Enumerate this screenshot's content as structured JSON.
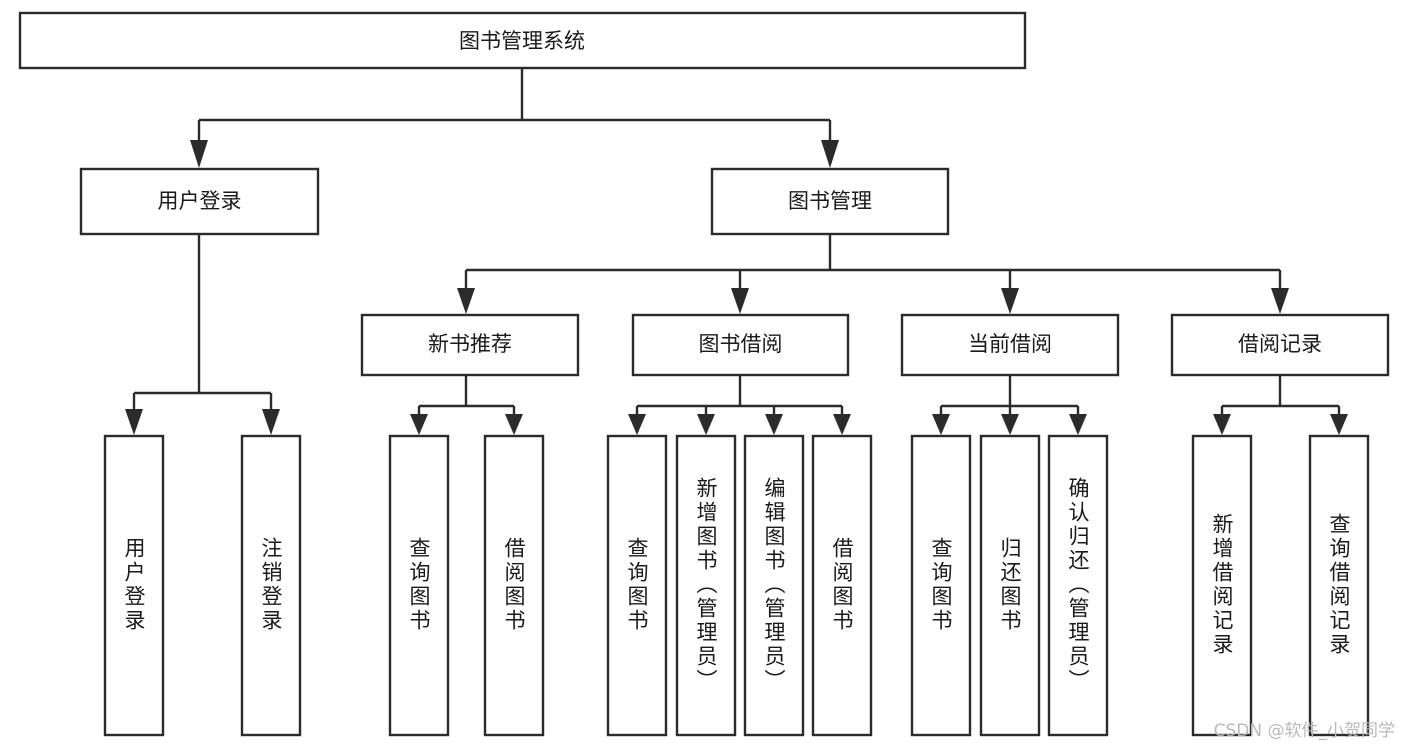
{
  "diagram": {
    "type": "tree",
    "title": "图书管理系统",
    "theme": {
      "box_fill": "#ffffff",
      "box_stroke": "#2b2b2b",
      "connector_color": "#2b2b2b",
      "text_color": "#1a1a1a",
      "background": "#ffffff",
      "watermark_color": "#b9b9b9"
    },
    "nodes": {
      "root": {
        "label": "图书管理系统"
      },
      "level2": [
        {
          "label": "用户登录"
        },
        {
          "label": "图书管理"
        }
      ],
      "level3": [
        {
          "label": "新书推荐"
        },
        {
          "label": "图书借阅"
        },
        {
          "label": "当前借阅"
        },
        {
          "label": "借阅记录"
        }
      ],
      "leaves": {
        "user_login": [
          {
            "label": "用户登录"
          },
          {
            "label": "注销登录"
          }
        ],
        "new_book_recommend": [
          {
            "label": "查询图书"
          },
          {
            "label": "借阅图书"
          }
        ],
        "book_borrow": [
          {
            "label": "查询图书"
          },
          {
            "label": "新增图书（管理员）"
          },
          {
            "label": "编辑图书（管理员）"
          },
          {
            "label": "借阅图书"
          }
        ],
        "current_borrow": [
          {
            "label": "查询图书"
          },
          {
            "label": "归还图书"
          },
          {
            "label": "确认归还（管理员）"
          }
        ],
        "borrow_record": [
          {
            "label": "新增借阅记录"
          },
          {
            "label": "查询借阅记录"
          }
        ]
      }
    },
    "watermark": "CSDN @软件_小贺同学"
  }
}
